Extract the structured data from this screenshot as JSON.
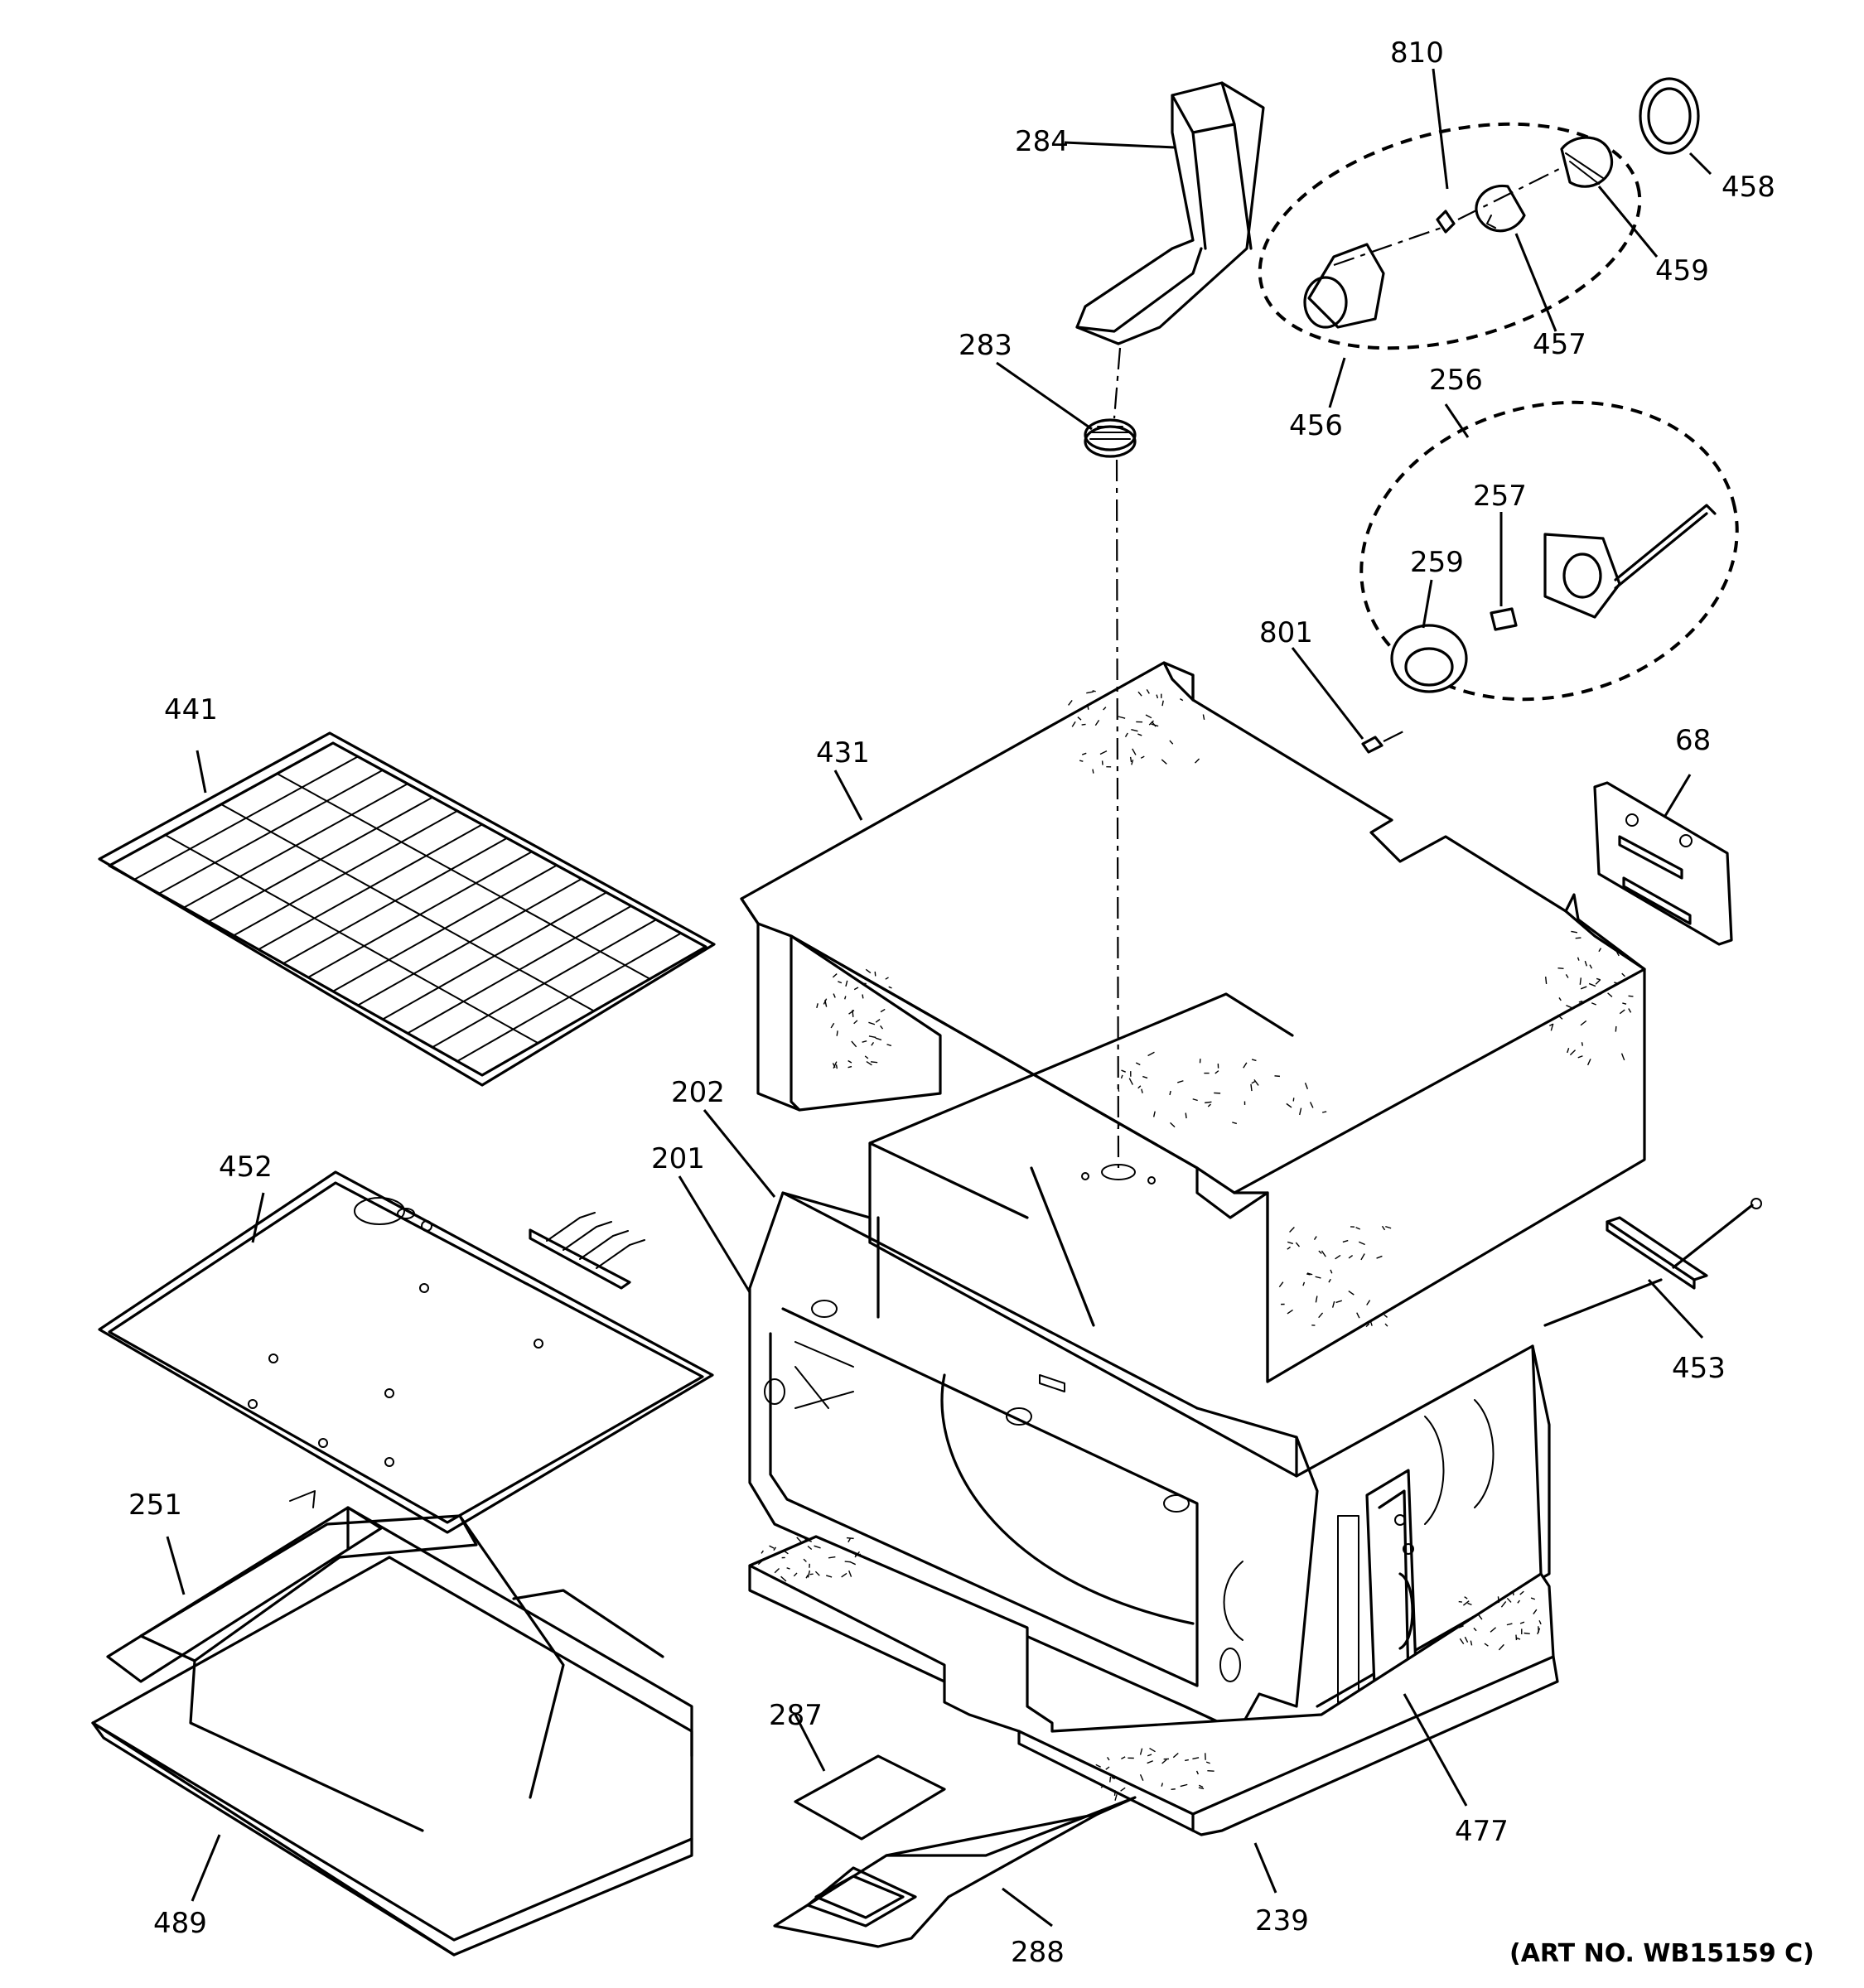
{
  "diagram": {
    "art_number": "(ART NO. WB15159 C)",
    "callouts": [
      {
        "id": "284",
        "text": "284"
      },
      {
        "id": "283",
        "text": "283"
      },
      {
        "id": "810",
        "text": "810"
      },
      {
        "id": "458",
        "text": "458"
      },
      {
        "id": "459",
        "text": "459"
      },
      {
        "id": "457",
        "text": "457"
      },
      {
        "id": "456",
        "text": "456"
      },
      {
        "id": "256",
        "text": "256"
      },
      {
        "id": "257",
        "text": "257"
      },
      {
        "id": "259",
        "text": "259"
      },
      {
        "id": "801",
        "text": "801"
      },
      {
        "id": "441",
        "text": "441"
      },
      {
        "id": "431",
        "text": "431"
      },
      {
        "id": "68",
        "text": "68"
      },
      {
        "id": "202",
        "text": "202"
      },
      {
        "id": "201",
        "text": "201"
      },
      {
        "id": "452",
        "text": "452"
      },
      {
        "id": "453",
        "text": "453"
      },
      {
        "id": "251",
        "text": "251"
      },
      {
        "id": "287",
        "text": "287"
      },
      {
        "id": "477",
        "text": "477"
      },
      {
        "id": "489",
        "text": "489"
      },
      {
        "id": "288",
        "text": "288"
      },
      {
        "id": "239",
        "text": "239"
      }
    ]
  }
}
